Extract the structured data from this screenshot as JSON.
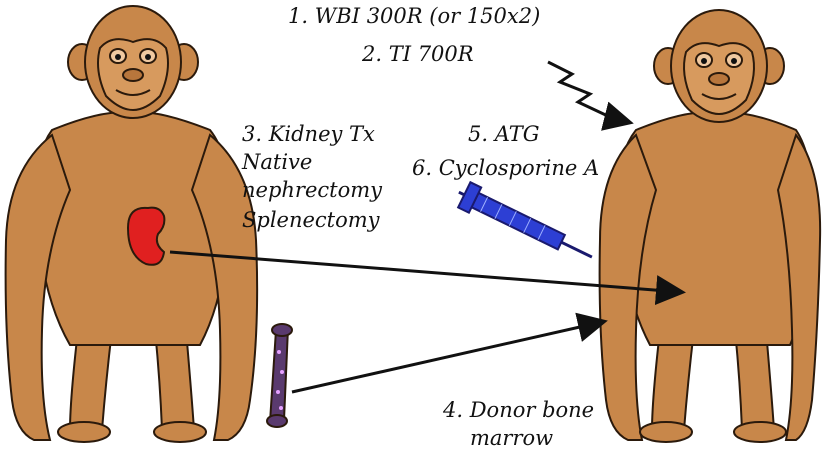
{
  "colors": {
    "fur": "#c8874a",
    "outline": "#2b1a0c",
    "kidney": "#e02020",
    "syringe": "#2d3fd4",
    "bone": "#5a3a6e",
    "arrow": "#111111"
  },
  "labels": {
    "step1": "1. WBI 300R (or 150x2)",
    "step2": "2. TI 700R",
    "step3_title": "3. Kidney Tx",
    "step3_line2": "Native",
    "step3_line3": "nephrectomy",
    "step3_line4": "Splenectomy",
    "step5": "5. ATG",
    "step6": "6. Cyclosporine A",
    "step4_line1": "4. Donor bone",
    "step4_line2": "marrow"
  }
}
